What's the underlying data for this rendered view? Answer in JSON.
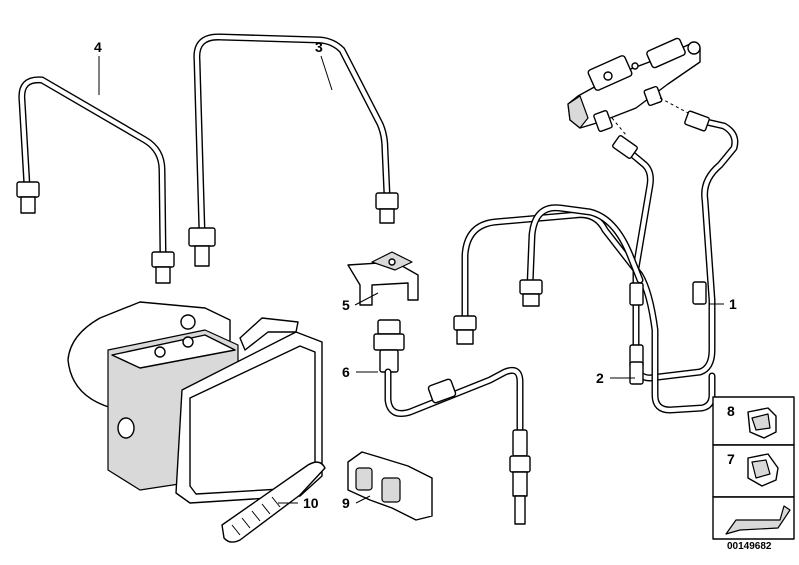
{
  "callouts": {
    "p1": "1",
    "p2": "2",
    "p3": "3",
    "p4": "4",
    "p5": "5",
    "p6": "6",
    "p7": "7",
    "p8": "8",
    "p9": "9",
    "p10": "10"
  },
  "doc_number": "00149682"
}
